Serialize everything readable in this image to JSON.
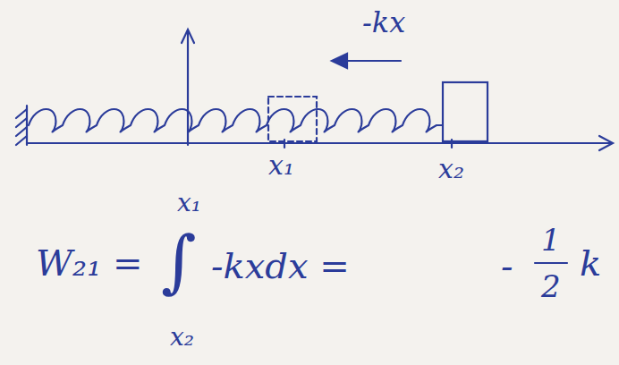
{
  "diagram": {
    "labels": [
      "-kx",
      "x₁",
      "x₂",
      "W₂₁ =",
      "∫",
      "x₁",
      "x₂",
      "-kxdx =",
      "-",
      "1",
      "2",
      "k"
    ]
  }
}
